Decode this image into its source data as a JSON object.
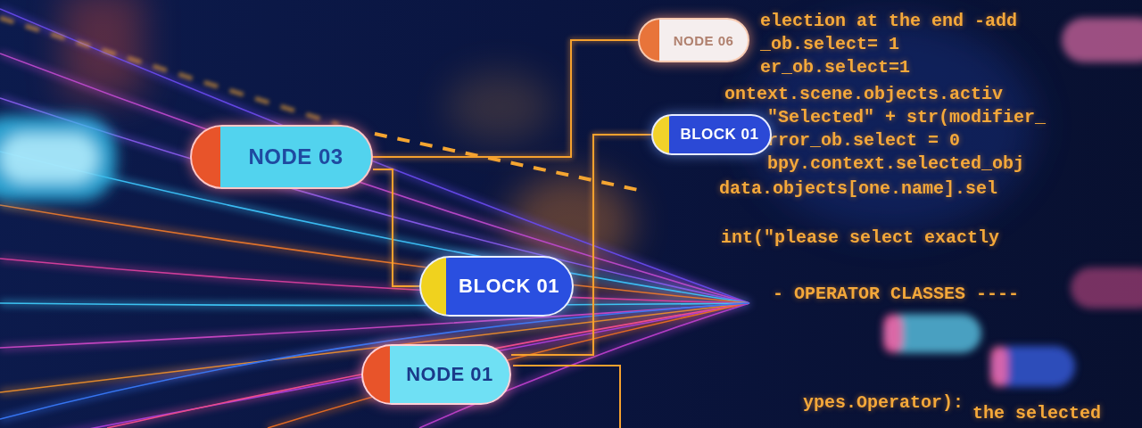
{
  "diagram": {
    "nodes": [
      {
        "text": [
          "NODE 06"
        ]
      },
      {
        "text": [
          "BLOCK 01"
        ]
      },
      {
        "text": [
          "NODE 03"
        ]
      },
      {
        "text": [
          "BLOCK 01"
        ]
      },
      {
        "text": [
          "NODE 01"
        ]
      }
    ],
    "edges": [
      {
        "from": 2,
        "to": 0,
        "arrow": "none"
      },
      {
        "from": 2,
        "to": 3,
        "arrow": "none"
      },
      {
        "from": 1,
        "to": 4,
        "arrow": "none"
      }
    ],
    "labels": [
      "election at the end -add",
      "_ob.select= 1",
      "er_ob.select=1",
      "ontext.scene.objects.activ",
      "\"Selected\" + str(modifier_",
      "rror_ob.select = 0",
      "bpy.context.selected_obj",
      "data.objects[one.name].sel",
      "int(\"please select exactly",
      "- OPERATOR CLASSES ----",
      "ypes.Operator):",
      "the selected"
    ]
  }
}
